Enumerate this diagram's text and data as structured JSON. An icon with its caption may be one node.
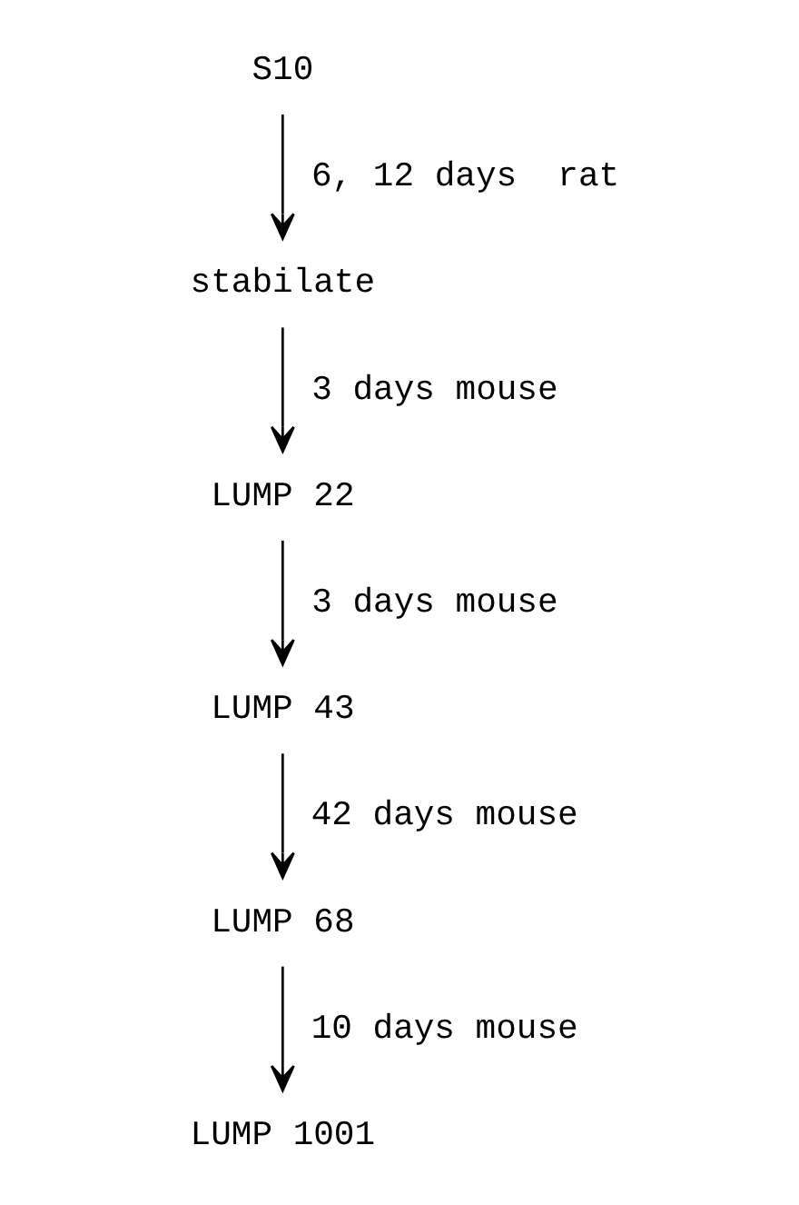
{
  "diagram": {
    "nodes": [
      {
        "text": [
          "S10"
        ]
      },
      {
        "text": [
          "stabilate"
        ]
      },
      {
        "text": [
          "LUMP 22"
        ]
      },
      {
        "text": [
          "LUMP 43"
        ]
      },
      {
        "text": [
          "LUMP 68"
        ]
      },
      {
        "text": [
          "LUMP 1001"
        ]
      }
    ],
    "edges": [
      {
        "from": 0,
        "to": 1,
        "arrow": "to",
        "label": "6, 12 days  rat"
      },
      {
        "from": 1,
        "to": 2,
        "arrow": "to",
        "label": "3 days mouse"
      },
      {
        "from": 2,
        "to": 3,
        "arrow": "to",
        "label": "3 days mouse"
      },
      {
        "from": 3,
        "to": 4,
        "arrow": "to",
        "label": "42 days mouse"
      },
      {
        "from": 4,
        "to": 5,
        "arrow": "to",
        "label": "10 days mouse"
      }
    ]
  }
}
